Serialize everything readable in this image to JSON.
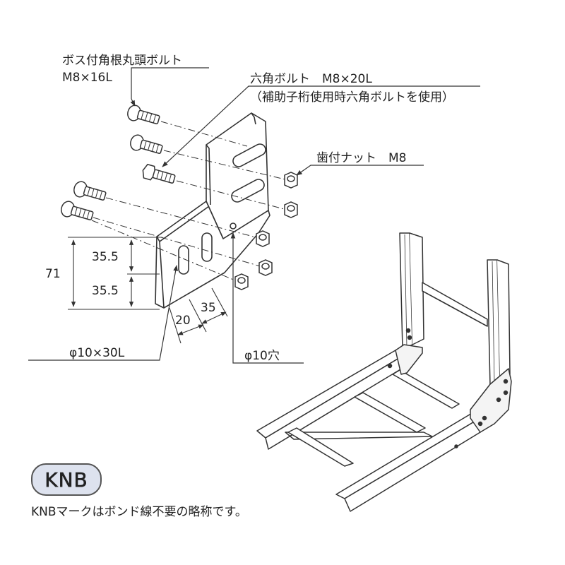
{
  "labels": {
    "boss_bolt_name": "ボス付角根丸頭ボルト",
    "boss_bolt_size": "M8×16L",
    "hex_bolt": "六角ボルト　M8×20L",
    "hex_bolt_note": "（補助子桁使用時六角ボルトを使用）",
    "serrated_nut": "歯付ナット　M8",
    "slot_hole": "φ10×30L",
    "round_hole": "φ10穴"
  },
  "dimensions": {
    "total_height": "71",
    "upper_pitch": "35.5",
    "lower_pitch": "35.5",
    "edge_to_slot": "20",
    "slot_to_slot": "35"
  },
  "knb": {
    "badge": "KNB",
    "description": "KNBマークはボンド線不要の略称です。"
  },
  "colors": {
    "line": "#333333",
    "badge_fill": "#dde2ee"
  }
}
